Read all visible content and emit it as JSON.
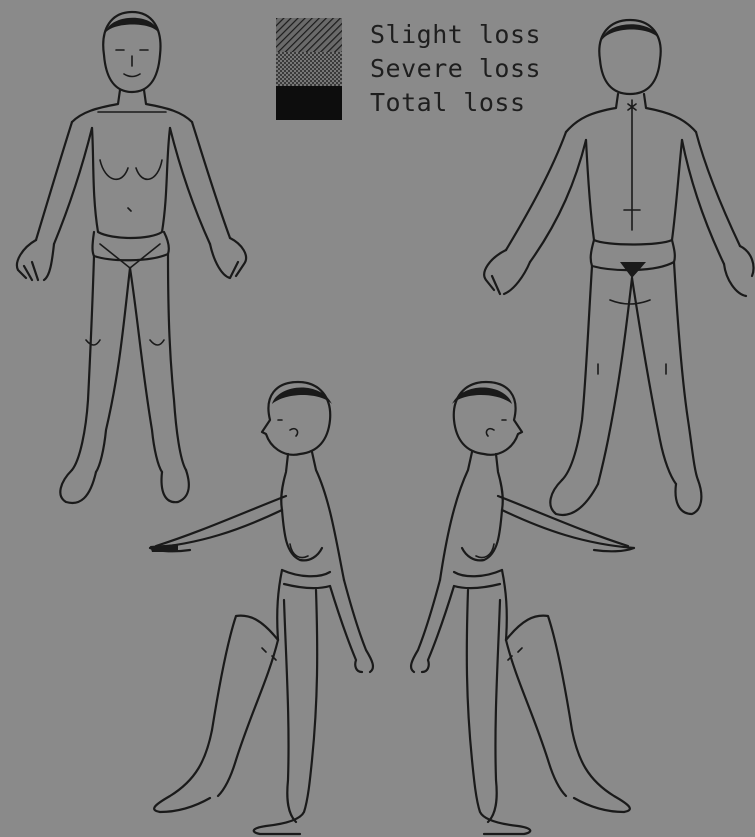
{
  "legend": {
    "items": [
      {
        "label": "Slight loss",
        "pattern": "diagonal-hatch",
        "color": "#2a2a2a"
      },
      {
        "label": "Severe loss",
        "pattern": "cross-hatch",
        "color": "#1c1c1c"
      },
      {
        "label": "Total loss",
        "pattern": "solid",
        "color": "#0d0d0d"
      }
    ]
  },
  "figures": [
    {
      "view": "front",
      "icon": "body-front-icon"
    },
    {
      "view": "back",
      "icon": "body-back-icon"
    },
    {
      "view": "right-side",
      "icon": "body-right-side-icon"
    },
    {
      "view": "left-side",
      "icon": "body-left-side-icon"
    }
  ],
  "colors": {
    "background": "#8a8a8a",
    "ink": "#1a1a1a"
  }
}
